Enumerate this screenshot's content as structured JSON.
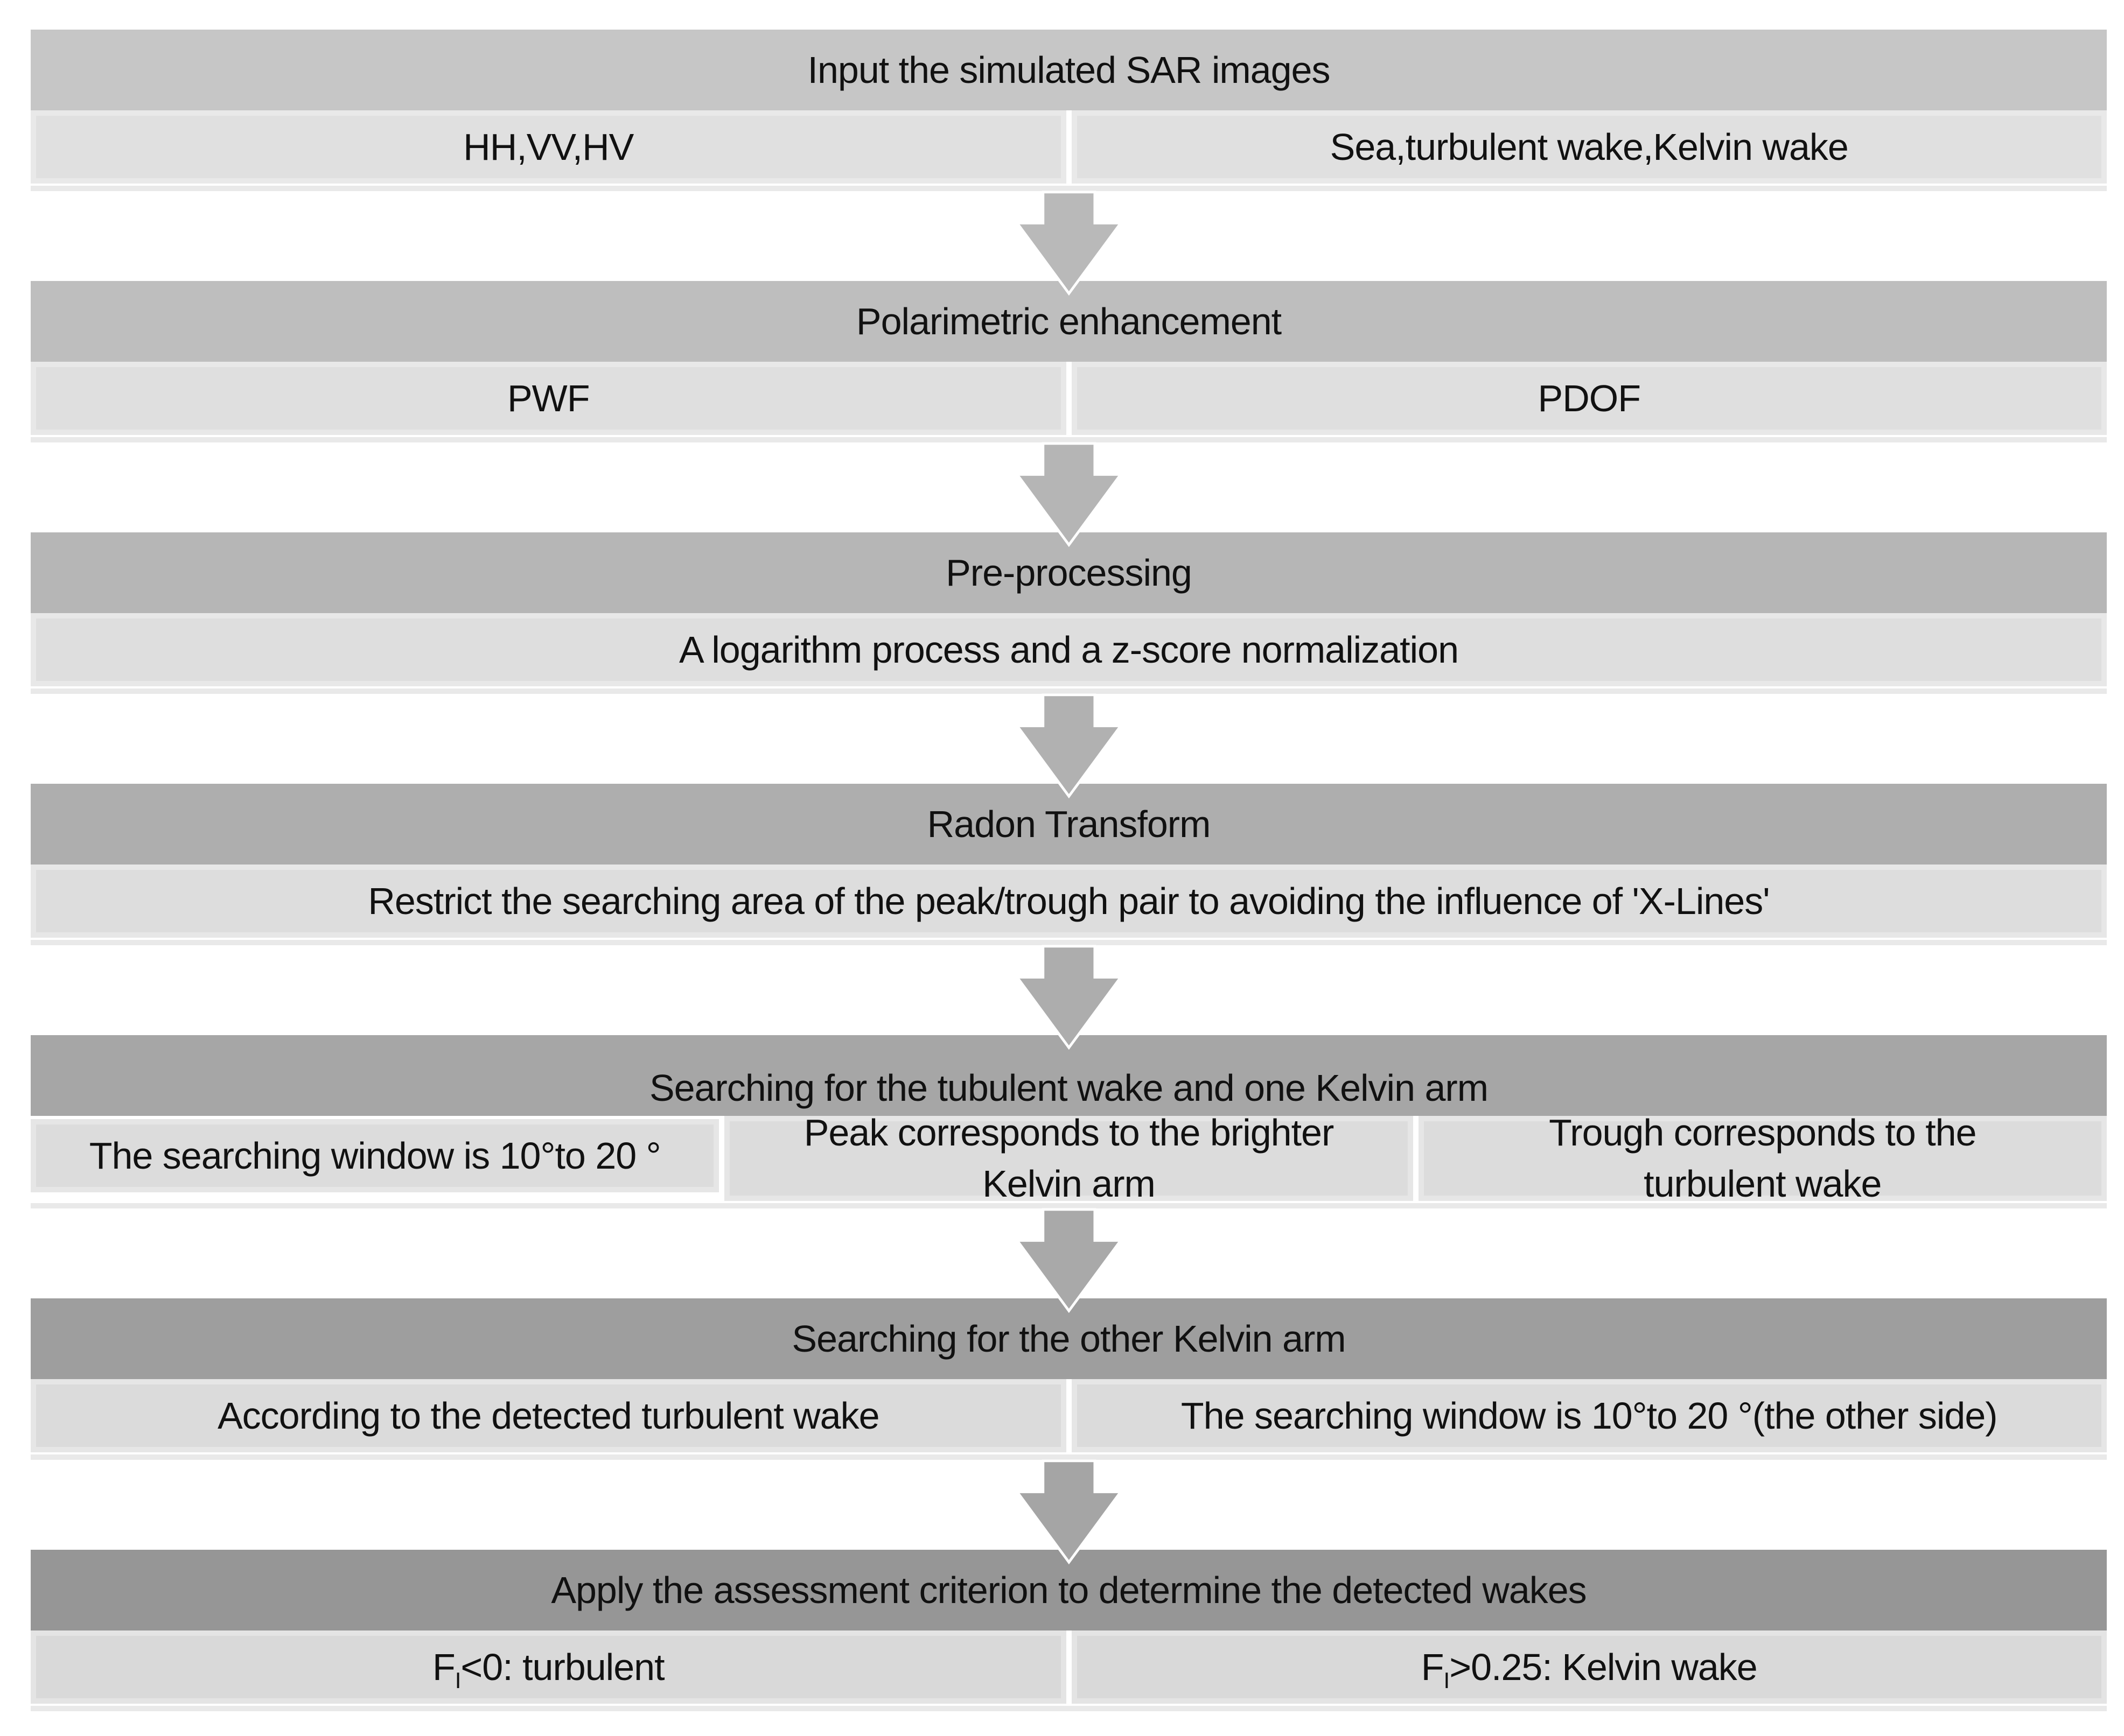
{
  "flowchart": {
    "stages": [
      {
        "header": "Input the simulated SAR images",
        "header_bg": "#c6c6c6",
        "cell_bg": "#e0e0e0",
        "cells": [
          {
            "text": "HH,VV,HV"
          },
          {
            "text": "Sea,turbulent wake,Kelvin wake"
          }
        ]
      },
      {
        "header": "Polarimetric enhancement",
        "header_bg": "#bebebe",
        "cell_bg": "#dfdfdf",
        "cells": [
          {
            "text": "PWF"
          },
          {
            "text": "PDOF"
          }
        ]
      },
      {
        "header": "Pre-processing",
        "header_bg": "#b6b6b6",
        "cell_bg": "#dedede",
        "cells": [
          {
            "text": "A logarithm process and a z-score normalization"
          }
        ]
      },
      {
        "header": "Radon Transform",
        "header_bg": "#aeaeae",
        "cell_bg": "#dddddd",
        "cells": [
          {
            "text": "Restrict the searching area of the peak/trough pair to avoiding the influence of 'X-Lines'"
          }
        ]
      },
      {
        "header": "Searching for the tubulent wake and one Kelvin arm",
        "header_bg": "#a6a6a6",
        "cell_bg": "#dcdcdc",
        "cells": [
          {
            "text": "The searching window is 10°to 20 °"
          },
          {
            "text": "Peak corresponds to the brighter\nKelvin arm"
          },
          {
            "text": "Trough corresponds to the\nturbulent wake"
          }
        ]
      },
      {
        "header": "Searching for the other Kelvin arm",
        "header_bg": "#9e9e9e",
        "cell_bg": "#dbdbdb",
        "cells": [
          {
            "text": "According to the detected turbulent wake"
          },
          {
            "text": "The searching window is 10°to 20 °(the other side)"
          }
        ]
      },
      {
        "header": "Apply the assessment criterion to determine the detected wakes",
        "header_bg": "#969696",
        "cell_bg": "#d9d9d9",
        "cells": [
          {
            "parts": [
              "F",
              "I",
              "<0: turbulent"
            ]
          },
          {
            "parts": [
              "F",
              "I",
              ">0.25: Kelvin wake"
            ]
          }
        ]
      }
    ],
    "arrows": [
      {
        "color": "#b9b9b9"
      },
      {
        "color": "#b5b5b5"
      },
      {
        "color": "#b1b1b1"
      },
      {
        "color": "#adadad"
      },
      {
        "color": "#a9a9a9"
      },
      {
        "color": "#a5a5a5"
      }
    ],
    "colors": {
      "background": "#ffffff",
      "text": "#111111",
      "arrow_outline": "#ffffff"
    }
  }
}
